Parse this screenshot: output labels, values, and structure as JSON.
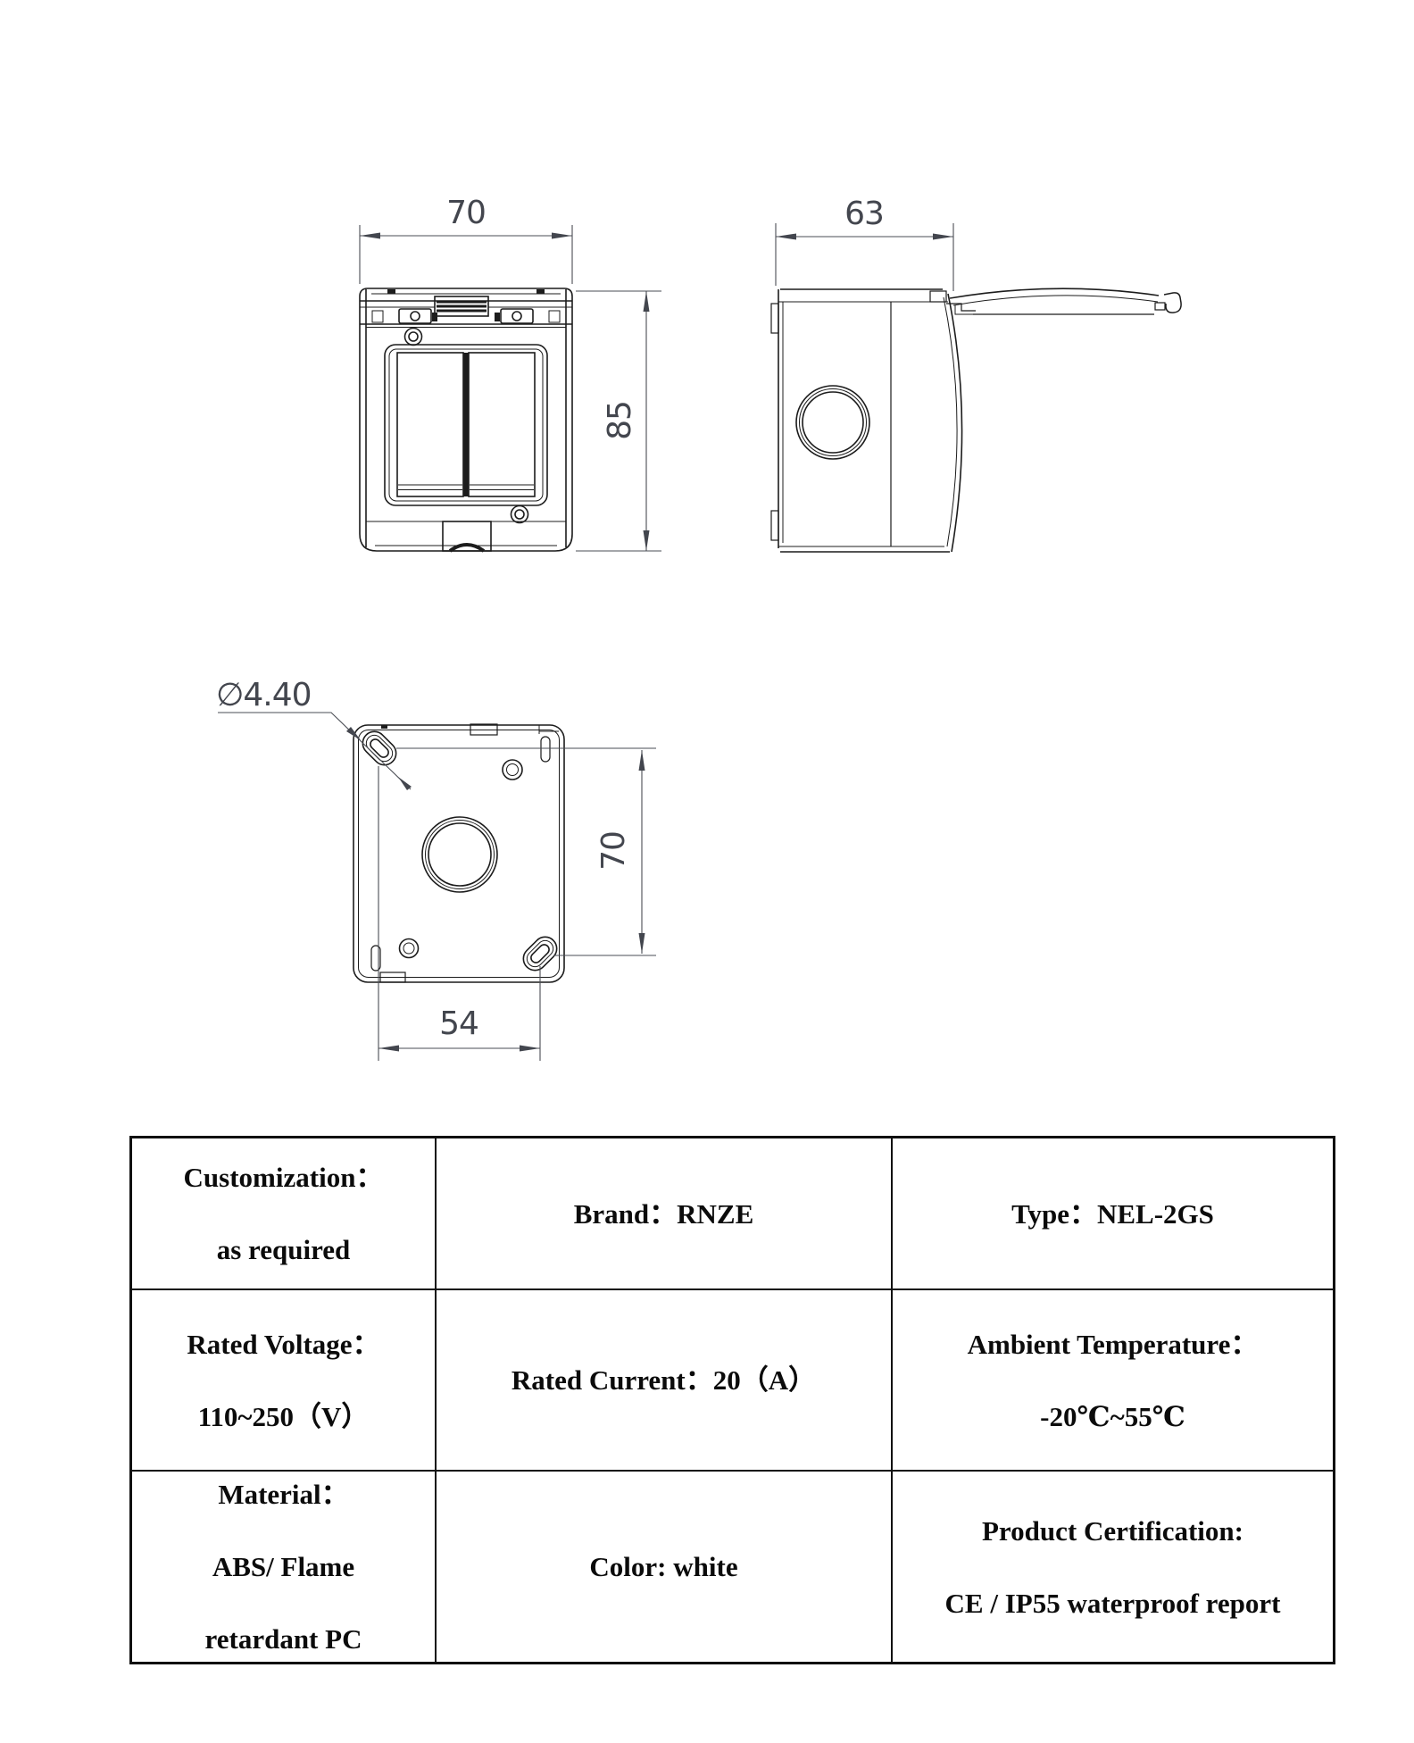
{
  "drawing": {
    "front_view": {
      "width_dim": "70",
      "height_dim": "85"
    },
    "side_view": {
      "depth_dim": "63"
    },
    "back_view": {
      "hole_diameter_dim": "∅4.40",
      "mount_spacing_vertical_dim": "70",
      "mount_spacing_horizontal_dim": "54"
    }
  },
  "spec_table": {
    "rows": [
      {
        "cells": [
          {
            "lines": [
              "Customization：",
              "as required"
            ]
          },
          {
            "lines": [
              "Brand：RNZE"
            ]
          },
          {
            "lines": [
              "Type：NEL-2GS"
            ]
          }
        ]
      },
      {
        "cells": [
          {
            "lines": [
              "Rated Voltage：",
              "110~250（V）"
            ]
          },
          {
            "lines": [
              "Rated Current：20（A）"
            ]
          },
          {
            "lines": [
              "Ambient Temperature：",
              "-20℃~55℃"
            ]
          }
        ]
      },
      {
        "cells": [
          {
            "lines": [
              "Material：",
              "ABS/ Flame",
              "retardant PC"
            ]
          },
          {
            "lines": [
              "Color: white"
            ]
          },
          {
            "lines": [
              "Product Certification:",
              "CE / IP55 waterproof report"
            ]
          }
        ]
      }
    ]
  }
}
